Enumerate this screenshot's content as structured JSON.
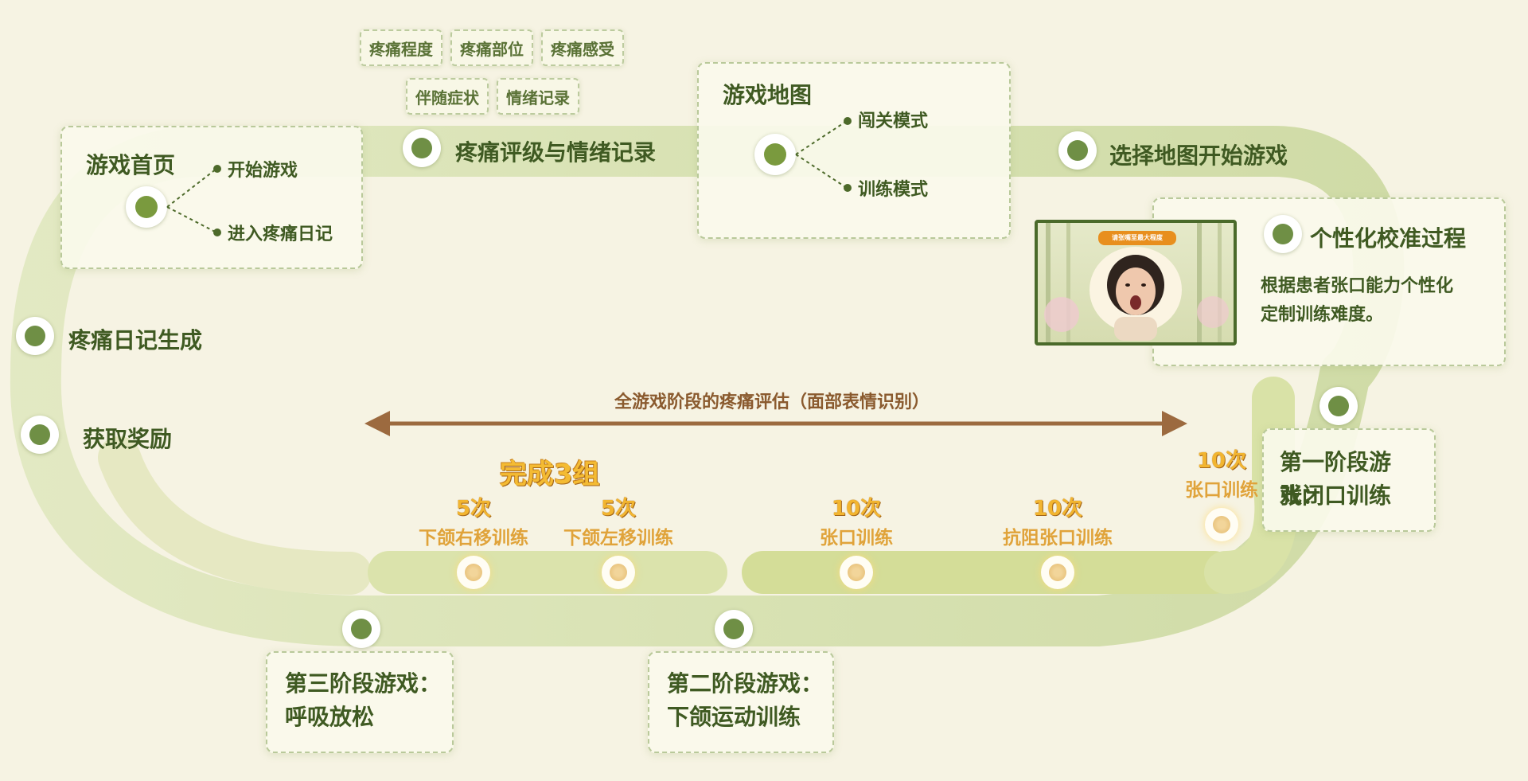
{
  "home": {
    "title": "游戏首页",
    "options": [
      "开始游戏",
      "进入疼痛日记"
    ]
  },
  "pain_tags": [
    "疼痛程度",
    "疼痛部位",
    "疼痛感受",
    "伴随症状",
    "情绪记录"
  ],
  "pain_rating": "疼痛评级与情绪记录",
  "game_map": {
    "title": "游戏地图",
    "modes": [
      "闯关模式",
      "训练模式"
    ]
  },
  "select_map": "选择地图开始游戏",
  "calibration": {
    "title": "个性化校准过程",
    "description_lines": [
      "根据患者张口能力个性化",
      "定制训练难度。"
    ],
    "screen_banner": "请张嘴至最大程度"
  },
  "diary": "疼痛日记生成",
  "reward": "获取奖励",
  "assessment_label": "全游戏阶段的疼痛评估（面部表情识别）",
  "complete_label": "完成3组",
  "trainings": [
    {
      "count": "5次",
      "label": "下颌右移训练"
    },
    {
      "count": "5次",
      "label": "下颌左移训练"
    },
    {
      "count": "10次",
      "label": "张口训练"
    },
    {
      "count": "10次",
      "label": "抗阻张口训练"
    },
    {
      "count": "10次",
      "label": "张口训练"
    }
  ],
  "stages": {
    "stage1": [
      "第一阶段游戏：",
      "张闭口训练"
    ],
    "stage2": [
      "第二阶段游戏：",
      "下颌运动训练"
    ],
    "stage3": [
      "第三阶段游戏：",
      "呼吸放松"
    ]
  },
  "colors": {
    "track": "#cfdca8",
    "node": "#6f8f45",
    "text": "#3f5a22",
    "orange": "#e0a33a",
    "arrow": "#9c6a3f"
  }
}
